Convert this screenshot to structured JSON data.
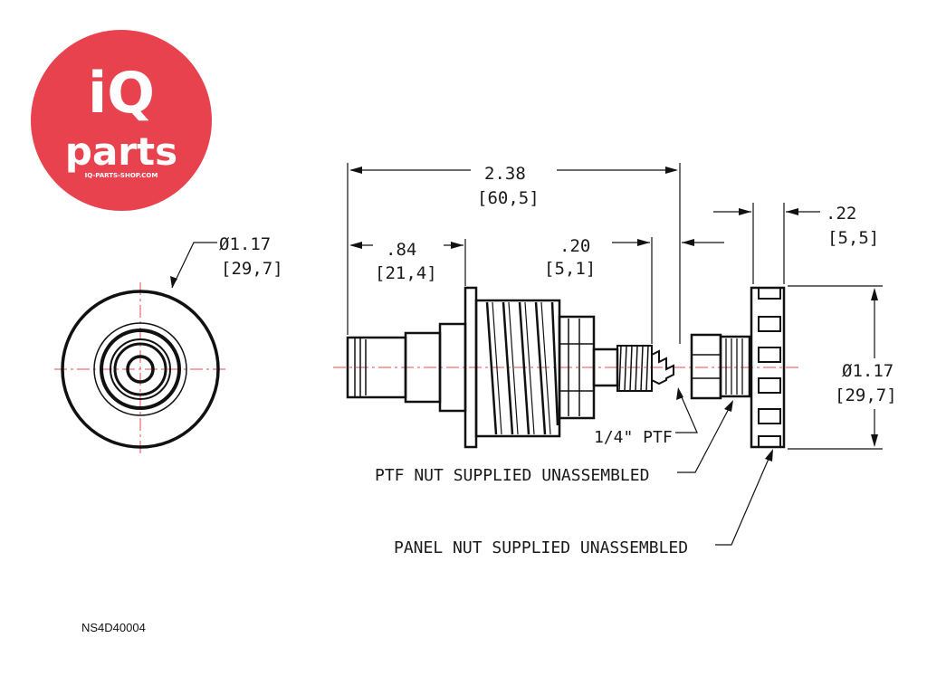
{
  "logo": {
    "brand_top": "iQ",
    "brand_bottom": "parts",
    "url": "IQ-PARTS-SHOP.COM",
    "color": "#e8424f"
  },
  "dimensions": {
    "overall_length": {
      "inch": "2.38",
      "mm": "[60,5]"
    },
    "shank_length": {
      "inch": ".84",
      "mm": "[21,4]"
    },
    "thread_length": {
      "inch": ".20",
      "mm": "[5,1]"
    },
    "panel_nut_width": {
      "inch": ".22",
      "mm": "[5,5]"
    },
    "end_view_diameter": {
      "inch": "Ø1.17",
      "mm": "[29,7]"
    },
    "panel_nut_diameter": {
      "inch": "Ø1.17",
      "mm": "[29,7]"
    }
  },
  "notes": {
    "thread": "1/4\" PTF",
    "ptf_nut": "PTF NUT SUPPLIED UNASSEMBLED",
    "panel_nut": "PANEL NUT SUPPLIED UNASSEMBLED"
  },
  "part_number": "NS4D40004"
}
